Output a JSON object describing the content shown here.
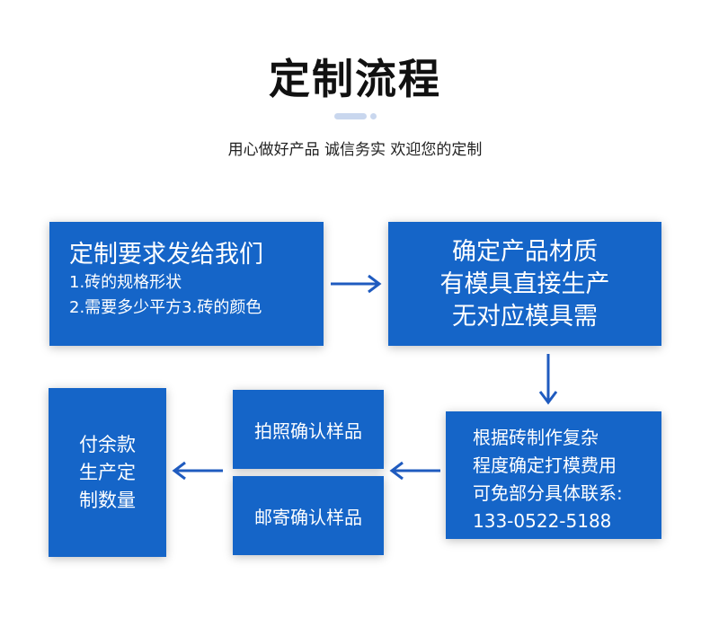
{
  "header": {
    "title": "定制流程",
    "subtitle": "用心做好产品 诚信务实  欢迎您的定制"
  },
  "steps": {
    "step1": {
      "line1": "定制要求发给我们",
      "line2": "1.砖的规格形状",
      "line3": "2.需要多少平方3.砖的颜色"
    },
    "step2": {
      "line1": "确定产品材质",
      "line2": "有模具直接生产",
      "line3": "无对应模具需"
    },
    "step3": {
      "line1": "根据砖制作复杂",
      "line2": "程度确定打模费用",
      "line3": "可免部分具体联系:",
      "line4": "133-0522-5188"
    },
    "step4a": {
      "label": "拍照确认样品"
    },
    "step4b": {
      "label": "邮寄确认样品"
    },
    "step5": {
      "line1": "付余款",
      "line2": "生产定",
      "line3": "制数量"
    }
  },
  "colors": {
    "box": "#1565c8",
    "arrow": "#1f5bbf",
    "decor": "#c9d7ee"
  }
}
